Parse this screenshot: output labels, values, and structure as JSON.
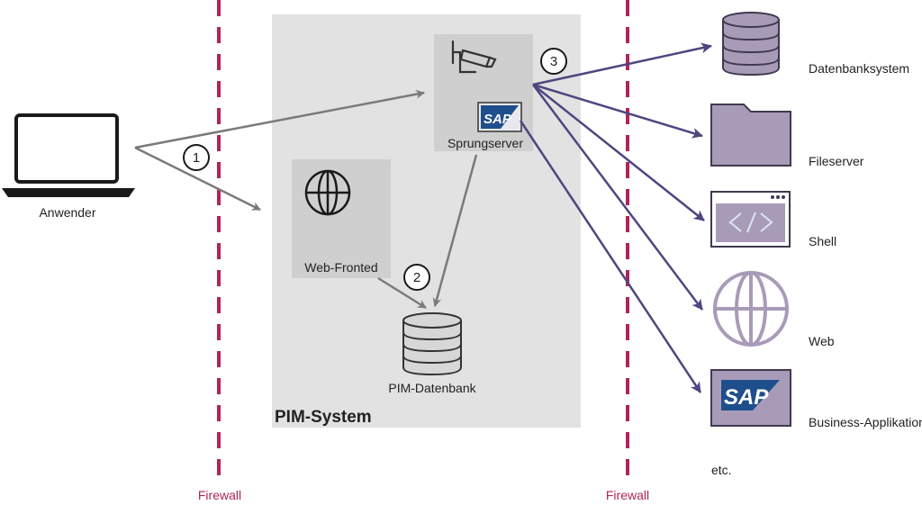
{
  "left_firewall": "Firewall",
  "right_firewall": "Firewall",
  "user_label": "Anwender",
  "pim_system": {
    "title": "PIM-System",
    "jump_server_label": "Sprungserver",
    "web_frontend_label": "Web-Fronted",
    "database_label": "PIM-Datenbank"
  },
  "steps": [
    "1",
    "2",
    "3"
  ],
  "targets": [
    {
      "label": "Datenbanksystem",
      "icon": "database-icon"
    },
    {
      "label": "Fileserver",
      "icon": "folder-icon"
    },
    {
      "label": "Shell",
      "icon": "code-window-icon"
    },
    {
      "label": "Web",
      "icon": "globe-icon"
    },
    {
      "label": "Business-Applikation",
      "icon": "sap-logo-icon"
    }
  ],
  "more_label": "etc.",
  "sap_logo_text": "SAP",
  "colors": {
    "firewall": "#b0245a",
    "pim_background": "#e2e2e2",
    "node_background": "#cfcfcf",
    "gray_arrow": "#7a7a7a",
    "purple_arrow": "#4f4680",
    "target_fill": "#a89bb8",
    "target_stroke": "#3f3a4e",
    "sap_blue": "#1f4e8c"
  }
}
